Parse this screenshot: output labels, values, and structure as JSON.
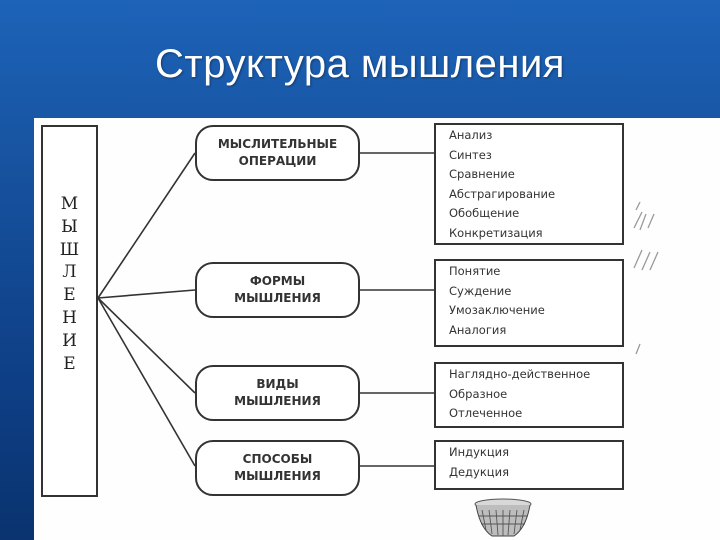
{
  "title": "Структура мышления",
  "root_letters": [
    "М",
    "Ы",
    "Ш",
    "Л",
    "Е",
    "Н",
    "И",
    "Е"
  ],
  "categories": [
    {
      "lines": [
        "МЫСЛИТЕЛЬНЫЕ",
        "ОПЕРАЦИИ"
      ],
      "items": [
        "Анализ",
        "Синтез",
        "Сравнение",
        "Абстрагирование",
        "Обобщение",
        "Конкретизация"
      ]
    },
    {
      "lines": [
        "ФОРМЫ",
        "МЫШЛЕНИЯ"
      ],
      "items": [
        "Понятие",
        "Суждение",
        "Умозаключение",
        "Аналогия"
      ]
    },
    {
      "lines": [
        "ВИДЫ",
        "МЫШЛЕНИЯ"
      ],
      "items": [
        "Наглядно-действенное",
        "Образное",
        "Отлеченное"
      ]
    },
    {
      "lines": [
        "СПОСОБЫ",
        "МЫШЛЕНИЯ"
      ],
      "items": [
        "Индукция",
        "Дедукция"
      ]
    }
  ],
  "colors": {
    "background": "#1554a8",
    "title": "#ffffff",
    "panel": "#fefefe",
    "ink": "#333333"
  }
}
